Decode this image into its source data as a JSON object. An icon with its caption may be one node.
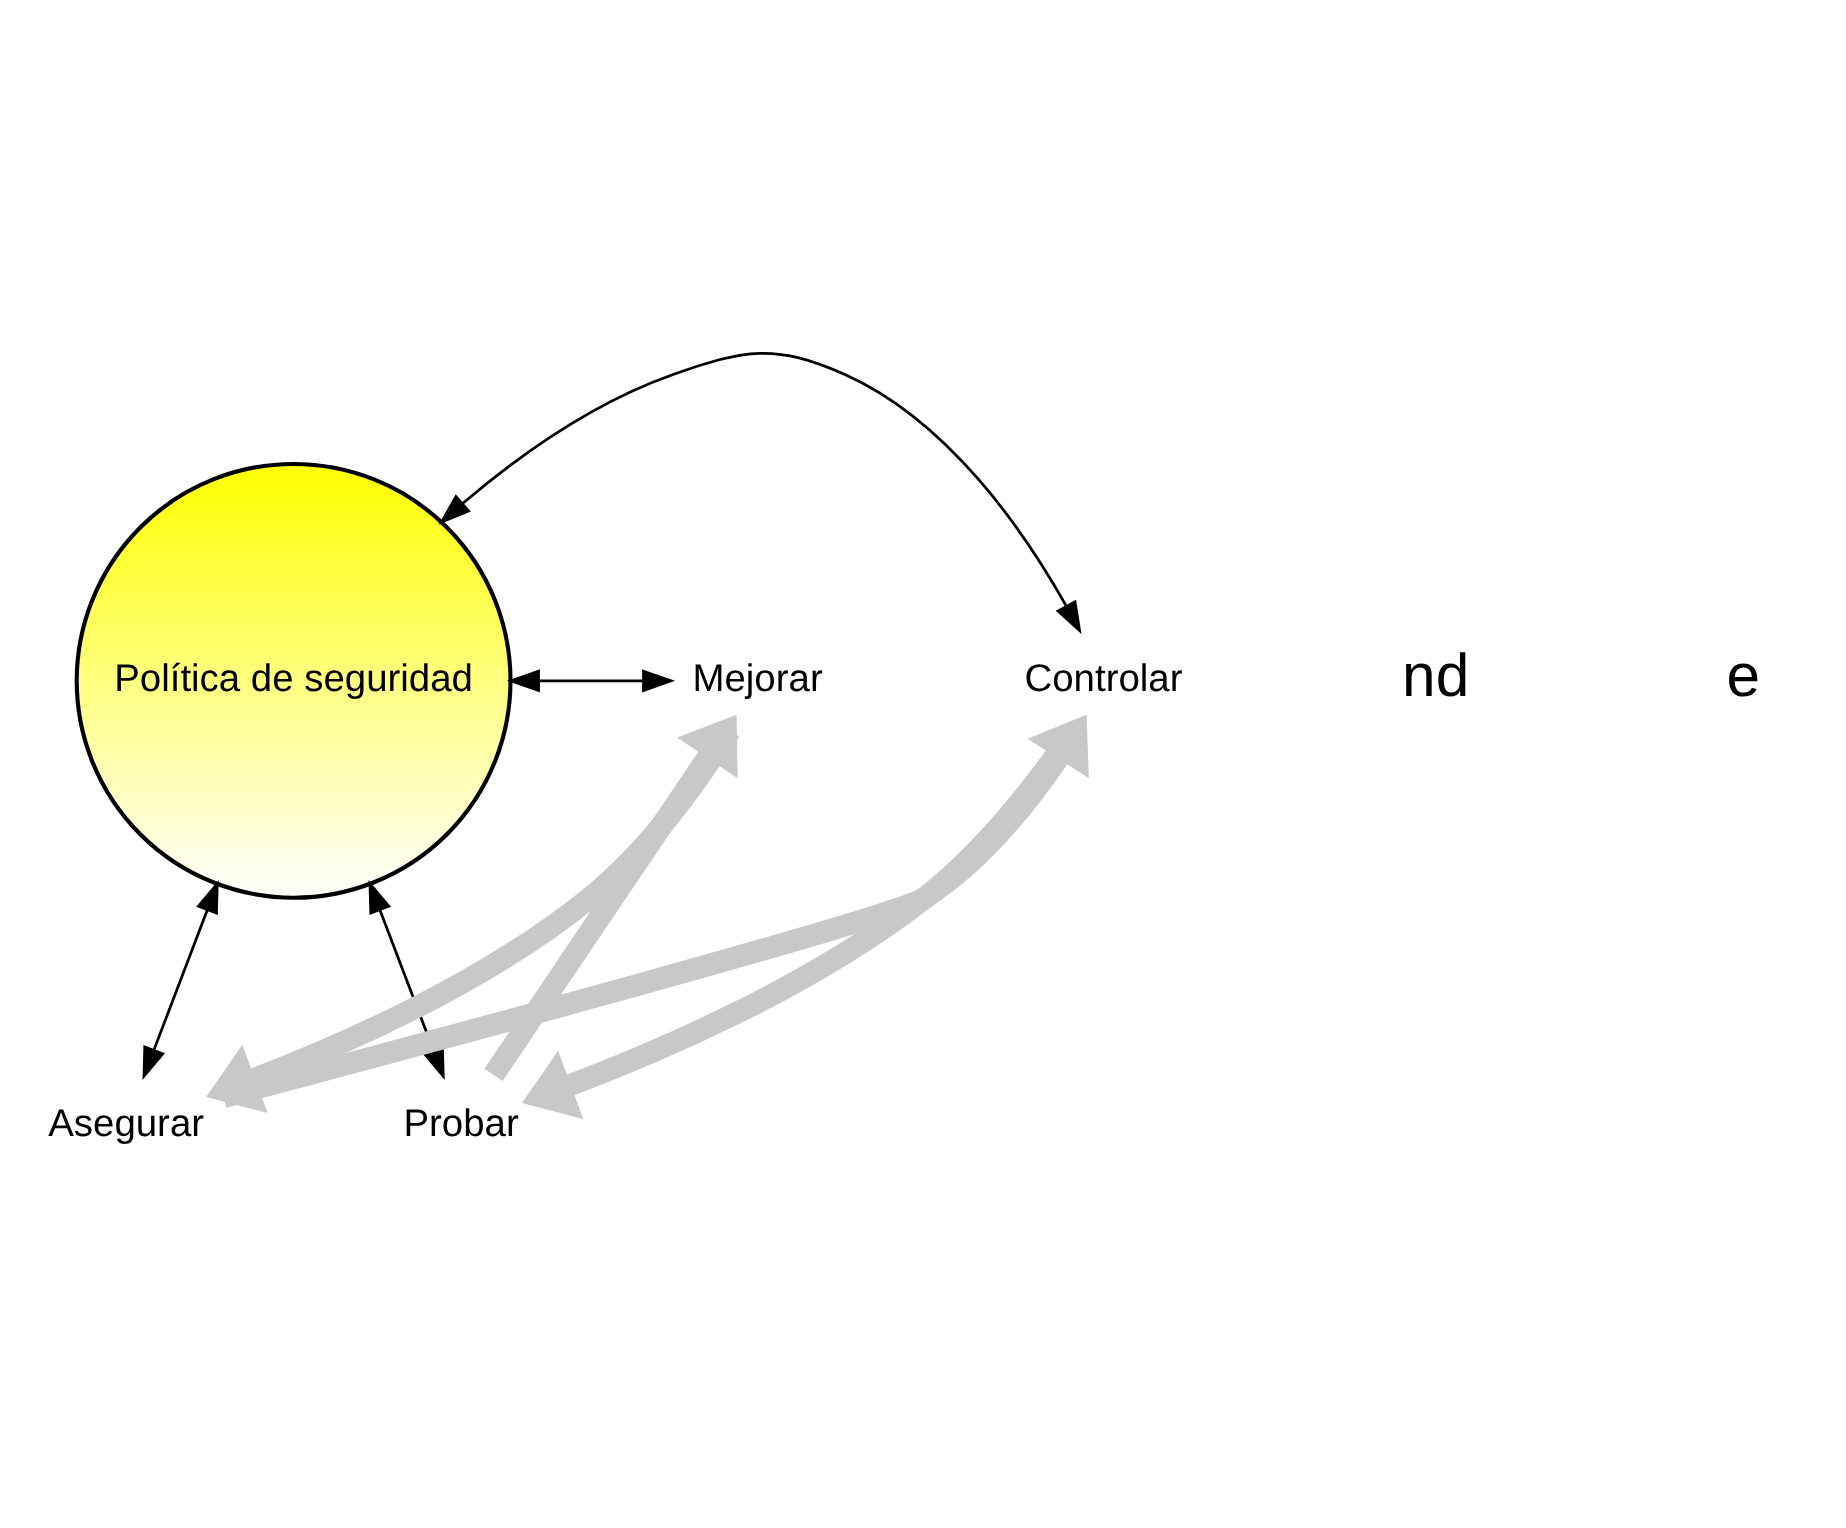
{
  "diagram": {
    "nodes": [
      {
        "text": [
          "Política de seguridad"
        ]
      },
      {
        "text": [
          "Asegurar"
        ]
      },
      {
        "text": [
          "Controlar"
        ]
      },
      {
        "text": [
          "Probar"
        ]
      },
      {
        "text": [
          "Mejorar"
        ]
      }
    ],
    "edges": [
      {
        "from": 0,
        "to": 1,
        "arrow": "both"
      },
      {
        "from": 0,
        "to": 2,
        "arrow": "both"
      },
      {
        "from": 0,
        "to": 3,
        "arrow": "both"
      },
      {
        "from": 0,
        "to": 4,
        "arrow": "both"
      },
      {
        "from": 1,
        "to": 2,
        "arrow": "to",
        "style": "thick",
        "color": "#c8c8c8"
      },
      {
        "from": 2,
        "to": 3,
        "arrow": "to",
        "style": "thick",
        "color": "#c8c8c8"
      },
      {
        "from": 3,
        "to": 4,
        "arrow": "to",
        "style": "thick",
        "color": "#c8c8c8"
      },
      {
        "from": 4,
        "to": 1,
        "arrow": "to",
        "style": "thick",
        "color": "#c8c8c8"
      }
    ],
    "labels": [
      "nd",
      "e"
    ]
  }
}
